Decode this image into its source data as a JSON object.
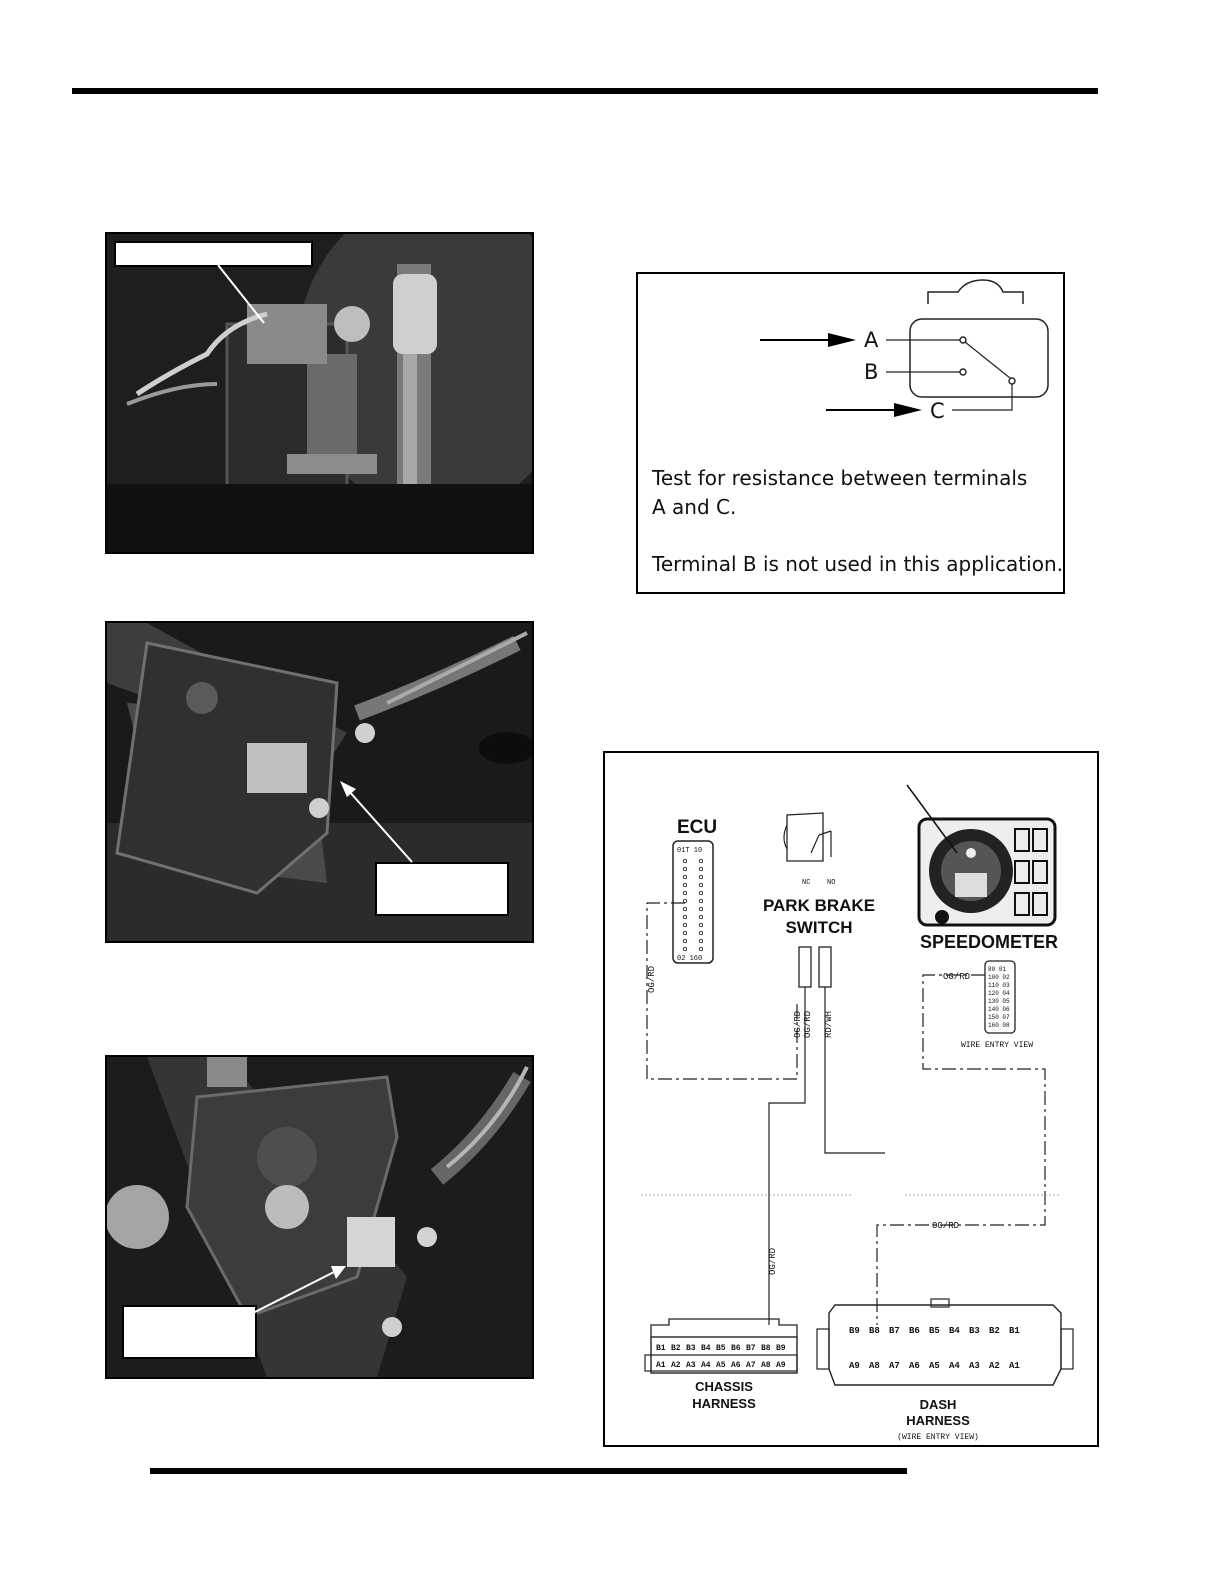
{
  "switch_test": {
    "terminals": [
      "A",
      "B",
      "C"
    ],
    "line1": "Test for resistance between terminals",
    "line2": "A and C.",
    "line3": "Terminal B is not used in this application."
  },
  "wiring": {
    "ecu": "ECU",
    "ecu_pins_top": "01T 10",
    "ecu_pins_bottom": "02 160",
    "switch_nc": "NC",
    "switch_no": "NO",
    "switch_line1": "PARK BRAKE",
    "switch_line2": "SWITCH",
    "speedometer": "SPEEDOMETER",
    "wire_entry_view": "WIRE ENTRY VIEW",
    "wire_og_rd": "OG/RD",
    "wire_rd_wh": "RD/WH",
    "chassis_line1": "CHASSIS",
    "chassis_line2": "HARNESS",
    "dash_line1": "DASH",
    "dash_line2": "HARNESS",
    "dash_line3": "(WIRE ENTRY VIEW)",
    "chassis_b_pins": [
      "B1",
      "B2",
      "B3",
      "B4",
      "B5",
      "B6",
      "B7",
      "B8",
      "B9"
    ],
    "chassis_a_pins": [
      "A1",
      "A2",
      "A3",
      "A4",
      "A5",
      "A6",
      "A7",
      "A8",
      "A9"
    ],
    "dash_b_pins": [
      "B9",
      "B8",
      "B7",
      "B6",
      "B5",
      "B4",
      "B3",
      "B2",
      "B1"
    ],
    "dash_a_pins": [
      "A9",
      "A8",
      "A7",
      "A6",
      "A5",
      "A4",
      "A3",
      "A2",
      "A1"
    ],
    "speedo_pins": [
      "80 01",
      "100 02",
      "110 03",
      "120 04",
      "130 05",
      "140 06",
      "150 07",
      "160 08"
    ]
  }
}
